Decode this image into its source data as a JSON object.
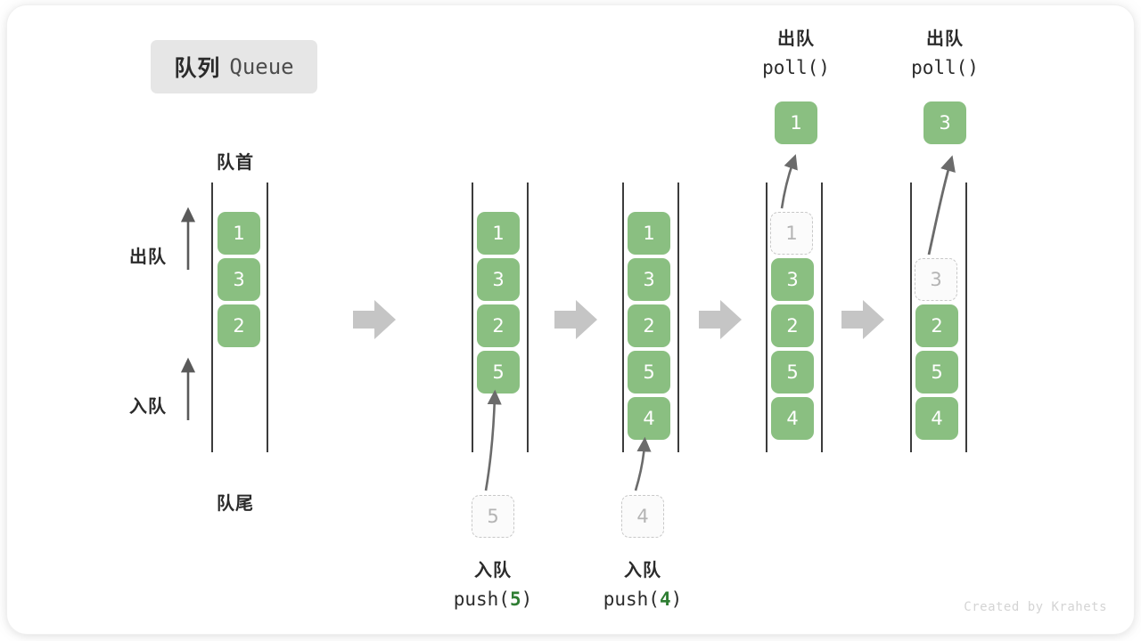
{
  "title": {
    "cn": "队列",
    "en": "Queue"
  },
  "watermark": "Created by Krahets",
  "colors": {
    "element_fill": "#8abf81",
    "element_text": "#ffffff",
    "ghost_border": "#c8c8c8",
    "ghost_text": "#b4b4b4",
    "rail": "#3c3c3c",
    "arrow_block": "#c5c5c5",
    "arrow_curve": "#6b6b6b",
    "badge_bg": "#e6e6e6",
    "accent_number": "#2e7d32"
  },
  "anchors": {
    "head_label": "队首",
    "tail_label": "队尾",
    "dequeue_label": "出队",
    "enqueue_label": "入队"
  },
  "stages": [
    {
      "id": "stage-initial",
      "cells": [
        {
          "value": "1",
          "state": "solid"
        },
        {
          "value": "3",
          "state": "solid"
        },
        {
          "value": "2",
          "state": "solid"
        }
      ]
    },
    {
      "id": "stage-after-push-5",
      "cells": [
        {
          "value": "1",
          "state": "solid"
        },
        {
          "value": "3",
          "state": "solid"
        },
        {
          "value": "2",
          "state": "solid"
        },
        {
          "value": "5",
          "state": "solid"
        }
      ],
      "incoming": {
        "value": "5",
        "state": "ghost"
      },
      "op": {
        "cn": "入队",
        "call_prefix": "push(",
        "call_arg": "5",
        "call_suffix": ")"
      }
    },
    {
      "id": "stage-after-push-4",
      "cells": [
        {
          "value": "1",
          "state": "solid"
        },
        {
          "value": "3",
          "state": "solid"
        },
        {
          "value": "2",
          "state": "solid"
        },
        {
          "value": "5",
          "state": "solid"
        },
        {
          "value": "4",
          "state": "solid"
        }
      ],
      "incoming": {
        "value": "4",
        "state": "ghost"
      },
      "op": {
        "cn": "入队",
        "call_prefix": "push(",
        "call_arg": "4",
        "call_suffix": ")"
      }
    },
    {
      "id": "stage-after-poll-1",
      "cells": [
        {
          "value": "1",
          "state": "ghost"
        },
        {
          "value": "3",
          "state": "solid"
        },
        {
          "value": "2",
          "state": "solid"
        },
        {
          "value": "5",
          "state": "solid"
        },
        {
          "value": "4",
          "state": "solid"
        }
      ],
      "outgoing": {
        "value": "1",
        "state": "solid"
      },
      "op": {
        "cn": "出队",
        "call": "poll()"
      }
    },
    {
      "id": "stage-after-poll-3",
      "cells": [
        {
          "value": "3",
          "state": "ghost"
        },
        {
          "value": "2",
          "state": "solid"
        },
        {
          "value": "5",
          "state": "solid"
        },
        {
          "value": "4",
          "state": "solid"
        }
      ],
      "outgoing": {
        "value": "3",
        "state": "solid"
      },
      "op": {
        "cn": "出队",
        "call": "poll()"
      }
    }
  ]
}
